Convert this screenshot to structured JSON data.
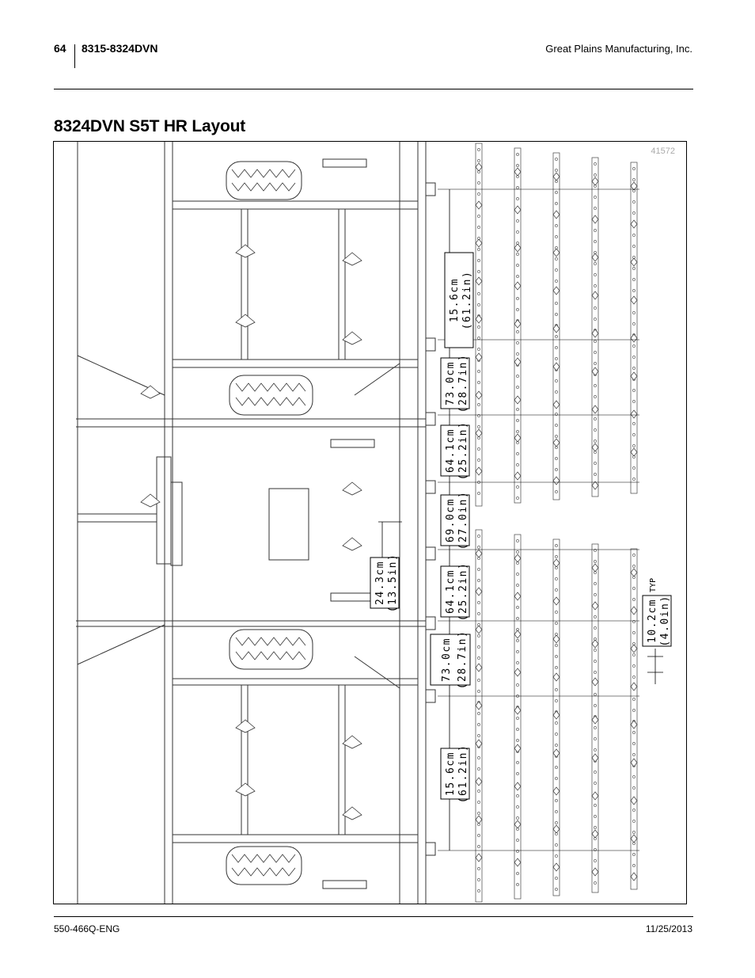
{
  "header": {
    "page_number": "64",
    "model": "8315-8324DVN",
    "company": "Great Plains Manufacturing, Inc."
  },
  "title": "8324DVN S5T HR Layout",
  "figure": {
    "figure_id": "41572",
    "dimensions": [
      {
        "metric": "15.6cm",
        "imperial": "(61.2in)"
      },
      {
        "metric": "73.0cm",
        "imperial": "(28.7in)"
      },
      {
        "metric": "64.1cm",
        "imperial": "(25.2in)"
      },
      {
        "metric": "69.0cm",
        "imperial": "(27.0in)"
      },
      {
        "metric": "24.3cm",
        "imperial": "(13.5in)"
      },
      {
        "metric": "64.1cm",
        "imperial": "(25.2in)"
      },
      {
        "metric": "73.0cm",
        "imperial": "(28.7in)"
      },
      {
        "metric": "15.6cm",
        "imperial": "(61.2in)"
      },
      {
        "metric": "10.2cm",
        "imperial": "(4.0in)"
      }
    ],
    "typ_label": "TYP"
  },
  "footer": {
    "doc_number": "550-466Q-ENG",
    "date": "11/25/2013"
  }
}
